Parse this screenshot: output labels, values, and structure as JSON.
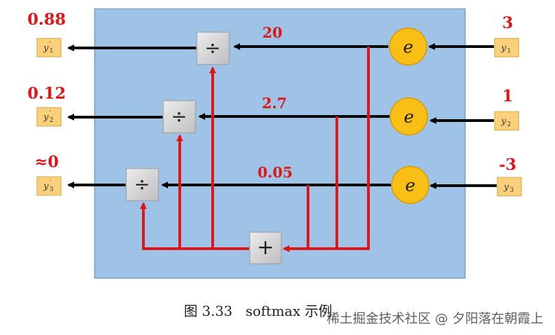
{
  "diagram": {
    "inputs": [
      {
        "value": "3",
        "label": "y",
        "sub": "1"
      },
      {
        "value": "1",
        "label": "y",
        "sub": "2"
      },
      {
        "value": "-3",
        "label": "y",
        "sub": "3"
      }
    ],
    "exp_node_label": "e",
    "exp_values": [
      "20",
      "2.7",
      "0.05"
    ],
    "divide_symbol": "÷",
    "sum_symbol": "+",
    "outputs": [
      {
        "value": "0.88",
        "label": "y",
        "prime": "′",
        "sub": "1"
      },
      {
        "value": "0.12",
        "label": "y",
        "prime": "′",
        "sub": "2"
      },
      {
        "value": "≈0",
        "label": "y",
        "prime": "′",
        "sub": "3"
      }
    ]
  },
  "caption": "图 3.33   softmax 示例",
  "watermark": "稀土掘金技术社区 @ 夕阳落在朝霞上",
  "colors": {
    "panel": "#9fc3e6",
    "panel_border": "#7f9fbf",
    "value_red": "#e01414",
    "arrow_black": "#000000",
    "box_fill": "#fbd07a",
    "circle_fill": "#f9bf14",
    "op_box_fill": "#d9d9d9"
  }
}
